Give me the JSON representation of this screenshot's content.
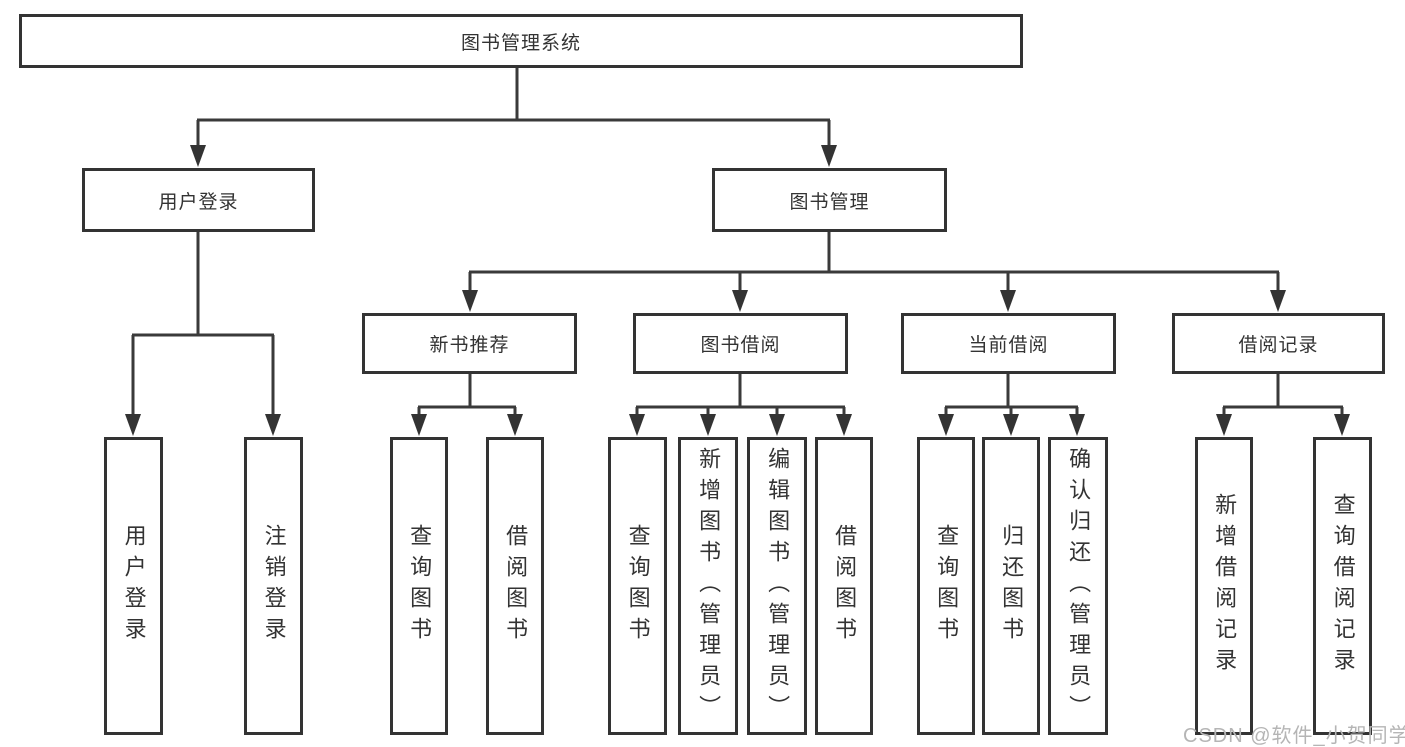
{
  "diagram": {
    "root": {
      "label": "图书管理系统",
      "children": [
        {
          "label": "用户登录",
          "children": [
            {
              "label": "用户登录"
            },
            {
              "label": "注销登录"
            }
          ]
        },
        {
          "label": "图书管理",
          "children": [
            {
              "label": "新书推荐",
              "children": [
                {
                  "label": "查询图书"
                },
                {
                  "label": "借阅图书"
                }
              ]
            },
            {
              "label": "图书借阅",
              "children": [
                {
                  "label": "查询图书"
                },
                {
                  "label": "新增图书（管理员）"
                },
                {
                  "label": "编辑图书（管理员）"
                },
                {
                  "label": "借阅图书"
                }
              ]
            },
            {
              "label": "当前借阅",
              "children": [
                {
                  "label": "查询图书"
                },
                {
                  "label": "归还图书"
                },
                {
                  "label": "确认归还（管理员）"
                }
              ]
            },
            {
              "label": "借阅记录",
              "children": [
                {
                  "label": "新增借阅记录"
                },
                {
                  "label": "查询借阅记录"
                }
              ]
            }
          ]
        }
      ]
    }
  },
  "colors": {
    "box_border": "#333333",
    "box_fill": "#ffffff",
    "text": "#333333",
    "line": "#3a3a3a",
    "watermark": "#b5b5b5",
    "background": "#ffffff"
  },
  "watermark": {
    "text": "CSDN @软件_小贺同学"
  }
}
